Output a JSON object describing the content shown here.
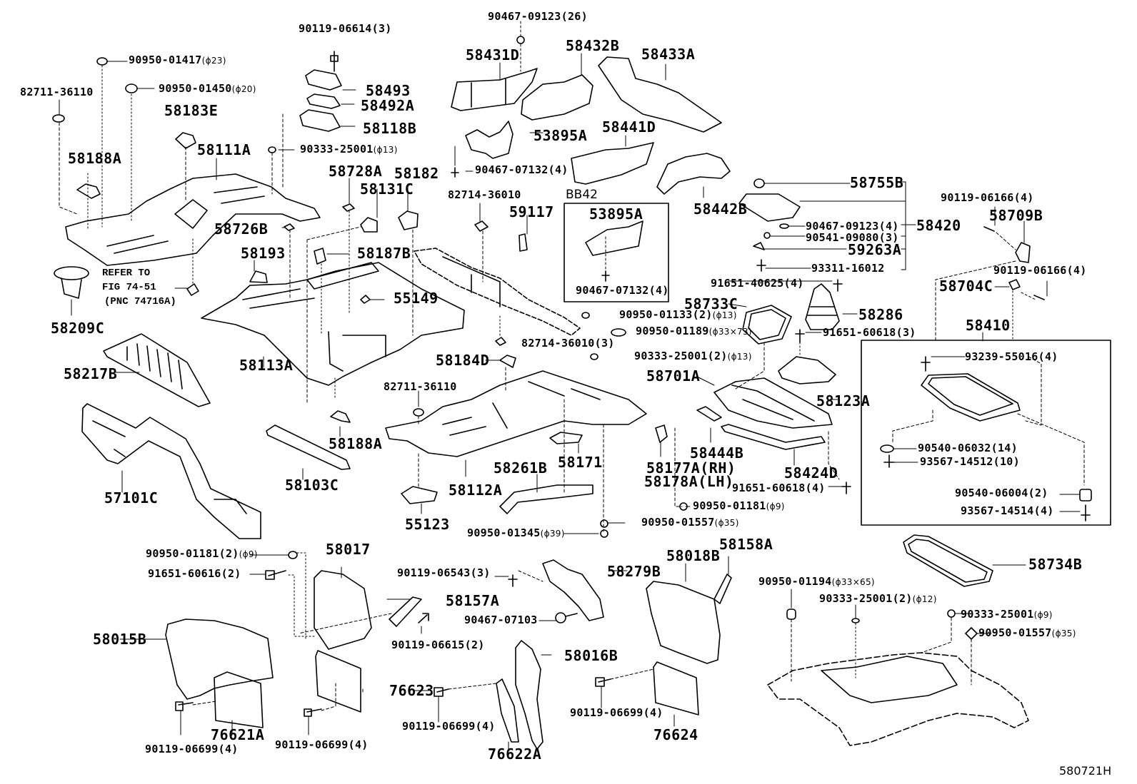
{
  "figure_id": "580721H",
  "inset_code": "BB42",
  "note": {
    "line1": "REFER TO",
    "line2": "FIG 74-51",
    "line3": "(PNC 74716A)"
  },
  "labels": [
    {
      "id": "l1",
      "part": "90950-01417",
      "qty": "",
      "dim": "(ϕ23)"
    },
    {
      "id": "l2",
      "part": "90950-01450",
      "qty": "",
      "dim": "(ϕ20)"
    },
    {
      "id": "l3",
      "part": "82711-36110",
      "qty": "",
      "dim": ""
    },
    {
      "id": "l4",
      "part": "58183E",
      "qty": "",
      "dim": ""
    },
    {
      "id": "l5",
      "part": "58188A",
      "qty": "",
      "dim": ""
    },
    {
      "id": "l6",
      "part": "58111A",
      "qty": "",
      "dim": ""
    },
    {
      "id": "l7",
      "part": "90119-06614",
      "qty": "(3)",
      "dim": ""
    },
    {
      "id": "l8",
      "part": "58493",
      "qty": "",
      "dim": ""
    },
    {
      "id": "l9",
      "part": "58492A",
      "qty": "",
      "dim": ""
    },
    {
      "id": "l10",
      "part": "58118B",
      "qty": "",
      "dim": ""
    },
    {
      "id": "l11",
      "part": "90333-25001",
      "qty": "",
      "dim": "(ϕ13)"
    },
    {
      "id": "l12",
      "part": "58728A",
      "qty": "",
      "dim": ""
    },
    {
      "id": "l13",
      "part": "58182",
      "qty": "",
      "dim": ""
    },
    {
      "id": "l14",
      "part": "58131C",
      "qty": "",
      "dim": ""
    },
    {
      "id": "l15",
      "part": "58726B",
      "qty": "",
      "dim": ""
    },
    {
      "id": "l16",
      "part": "58193",
      "qty": "",
      "dim": ""
    },
    {
      "id": "l17",
      "part": "58187B",
      "qty": "",
      "dim": ""
    },
    {
      "id": "l18",
      "part": "55149",
      "qty": "",
      "dim": ""
    },
    {
      "id": "l19",
      "part": "58209C",
      "qty": "",
      "dim": ""
    },
    {
      "id": "l20",
      "part": "58217B",
      "qty": "",
      "dim": ""
    },
    {
      "id": "l21",
      "part": "58113A",
      "qty": "",
      "dim": ""
    },
    {
      "id": "l22",
      "part": "57101C",
      "qty": "",
      "dim": ""
    },
    {
      "id": "l23",
      "part": "58188A",
      "qty": "",
      "dim": ""
    },
    {
      "id": "l24",
      "part": "58103C",
      "qty": "",
      "dim": ""
    },
    {
      "id": "l25",
      "part": "90467-09123",
      "qty": "(26)",
      "dim": ""
    },
    {
      "id": "l26",
      "part": "58431D",
      "qty": "",
      "dim": ""
    },
    {
      "id": "l27",
      "part": "58432B",
      "qty": "",
      "dim": ""
    },
    {
      "id": "l28",
      "part": "58433A",
      "qty": "",
      "dim": ""
    },
    {
      "id": "l29",
      "part": "53895A",
      "qty": "",
      "dim": ""
    },
    {
      "id": "l30",
      "part": "58441D",
      "qty": "",
      "dim": ""
    },
    {
      "id": "l31",
      "part": "90467-07132",
      "qty": "(4)",
      "dim": ""
    },
    {
      "id": "l32",
      "part": "82714-36010",
      "qty": "",
      "dim": ""
    },
    {
      "id": "l33",
      "part": "59117",
      "qty": "",
      "dim": ""
    },
    {
      "id": "l34",
      "part": "53895A",
      "qty": "",
      "dim": ""
    },
    {
      "id": "l35",
      "part": "90467-07132",
      "qty": "(4)",
      "dim": ""
    },
    {
      "id": "l36",
      "part": "58442B",
      "qty": "",
      "dim": ""
    },
    {
      "id": "l37",
      "part": "58755B",
      "qty": "",
      "dim": ""
    },
    {
      "id": "l38",
      "part": "90467-09123",
      "qty": "(4)",
      "dim": ""
    },
    {
      "id": "l39",
      "part": "90541-09080",
      "qty": "(3)",
      "dim": ""
    },
    {
      "id": "l40",
      "part": "58420",
      "qty": "",
      "dim": ""
    },
    {
      "id": "l41",
      "part": "59263A",
      "qty": "",
      "dim": ""
    },
    {
      "id": "l42",
      "part": "93311-16012",
      "qty": "",
      "dim": ""
    },
    {
      "id": "l43",
      "part": "90119-06166",
      "qty": "(4)",
      "dim": ""
    },
    {
      "id": "l44",
      "part": "58709B",
      "qty": "",
      "dim": ""
    },
    {
      "id": "l45",
      "part": "90119-06166",
      "qty": "(4)",
      "dim": ""
    },
    {
      "id": "l46",
      "part": "58704C",
      "qty": "",
      "dim": ""
    },
    {
      "id": "l47",
      "part": "91651-40625",
      "qty": "(4)",
      "dim": ""
    },
    {
      "id": "l48",
      "part": "58733C",
      "qty": "",
      "dim": ""
    },
    {
      "id": "l49",
      "part": "58286",
      "qty": "",
      "dim": ""
    },
    {
      "id": "l50",
      "part": "90950-01133",
      "qty": "(2)",
      "dim": "(ϕ13)"
    },
    {
      "id": "l51",
      "part": "90950-01189",
      "qty": "",
      "dim": "(ϕ33×73)"
    },
    {
      "id": "l52",
      "part": "91651-60618",
      "qty": "(3)",
      "dim": ""
    },
    {
      "id": "l53",
      "part": "82714-36010",
      "qty": "(3)",
      "dim": ""
    },
    {
      "id": "l54",
      "part": "90333-25001",
      "qty": "(2)",
      "dim": "(ϕ13)"
    },
    {
      "id": "l55",
      "part": "58410",
      "qty": "",
      "dim": ""
    },
    {
      "id": "l56",
      "part": "58184D",
      "qty": "",
      "dim": ""
    },
    {
      "id": "l57",
      "part": "58701A",
      "qty": "",
      "dim": ""
    },
    {
      "id": "l58",
      "part": "58123A",
      "qty": "",
      "dim": ""
    },
    {
      "id": "l59",
      "part": "93239-55016",
      "qty": "(4)",
      "dim": ""
    },
    {
      "id": "l60",
      "part": "82711-36110",
      "qty": "",
      "dim": ""
    },
    {
      "id": "l61",
      "part": "58444B",
      "qty": "",
      "dim": ""
    },
    {
      "id": "l62",
      "part": "58171",
      "qty": "",
      "dim": ""
    },
    {
      "id": "l63",
      "part": "58261B",
      "qty": "",
      "dim": ""
    },
    {
      "id": "l64",
      "part": "58177A(RH)",
      "qty": "",
      "dim": ""
    },
    {
      "id": "l65",
      "part": "58178A(LH)",
      "qty": "",
      "dim": ""
    },
    {
      "id": "l66",
      "part": "58424D",
      "qty": "",
      "dim": ""
    },
    {
      "id": "l67",
      "part": "90540-06032",
      "qty": "(14)",
      "dim": ""
    },
    {
      "id": "l68",
      "part": "93567-14512",
      "qty": "(10)",
      "dim": ""
    },
    {
      "id": "l69",
      "part": "58112A",
      "qty": "",
      "dim": ""
    },
    {
      "id": "l70",
      "part": "91651-60618",
      "qty": "(4)",
      "dim": ""
    },
    {
      "id": "l71",
      "part": "90950-01181",
      "qty": "",
      "dim": "(ϕ9)"
    },
    {
      "id": "l72",
      "part": "90540-06004",
      "qty": "(2)",
      "dim": ""
    },
    {
      "id": "l73",
      "part": "93567-14514",
      "qty": "(4)",
      "dim": ""
    },
    {
      "id": "l74",
      "part": "55123",
      "qty": "",
      "dim": ""
    },
    {
      "id": "l75",
      "part": "90950-01557",
      "qty": "",
      "dim": "(ϕ35)"
    },
    {
      "id": "l76",
      "part": "90950-01345",
      "qty": "",
      "dim": "(ϕ39)"
    },
    {
      "id": "l77",
      "part": "58734B",
      "qty": "",
      "dim": ""
    },
    {
      "id": "l78",
      "part": "90950-01181",
      "qty": "(2)",
      "dim": "(ϕ9)"
    },
    {
      "id": "l79",
      "part": "58017",
      "qty": "",
      "dim": ""
    },
    {
      "id": "l80",
      "part": "91651-60616",
      "qty": "(2)",
      "dim": ""
    },
    {
      "id": "l81",
      "part": "90119-06543",
      "qty": "(3)",
      "dim": ""
    },
    {
      "id": "l82",
      "part": "58279B",
      "qty": "",
      "dim": ""
    },
    {
      "id": "l83",
      "part": "58018B",
      "qty": "",
      "dim": ""
    },
    {
      "id": "l84",
      "part": "58158A",
      "qty": "",
      "dim": ""
    },
    {
      "id": "l85",
      "part": "58157A",
      "qty": "",
      "dim": ""
    },
    {
      "id": "l86",
      "part": "90467-07103",
      "qty": "",
      "dim": ""
    },
    {
      "id": "l87",
      "part": "90950-01194",
      "qty": "",
      "dim": "(ϕ33×65)"
    },
    {
      "id": "l88",
      "part": "90333-25001",
      "qty": "(2)",
      "dim": "(ϕ12)"
    },
    {
      "id": "l89",
      "part": "90333-25001",
      "qty": "",
      "dim": "(ϕ9)"
    },
    {
      "id": "l90",
      "part": "58015B",
      "qty": "",
      "dim": ""
    },
    {
      "id": "l91",
      "part": "90119-06615",
      "qty": "(2)",
      "dim": ""
    },
    {
      "id": "l92",
      "part": "90950-01557",
      "qty": "",
      "dim": "(ϕ35)"
    },
    {
      "id": "l93",
      "part": "58016B",
      "qty": "",
      "dim": ""
    },
    {
      "id": "l94",
      "part": "76623",
      "qty": "",
      "dim": ""
    },
    {
      "id": "l95",
      "part": "76621A",
      "qty": "",
      "dim": ""
    },
    {
      "id": "l96",
      "part": "90119-06699",
      "qty": "(4)",
      "dim": ""
    },
    {
      "id": "l97",
      "part": "90119-06699",
      "qty": "(4)",
      "dim": ""
    },
    {
      "id": "l98",
      "part": "90119-06699",
      "qty": "(4)",
      "dim": ""
    },
    {
      "id": "l99",
      "part": "90119-06699",
      "qty": "(4)",
      "dim": ""
    },
    {
      "id": "l100",
      "part": "76624",
      "qty": "",
      "dim": ""
    },
    {
      "id": "l101",
      "part": "76622A",
      "qty": "",
      "dim": ""
    }
  ]
}
